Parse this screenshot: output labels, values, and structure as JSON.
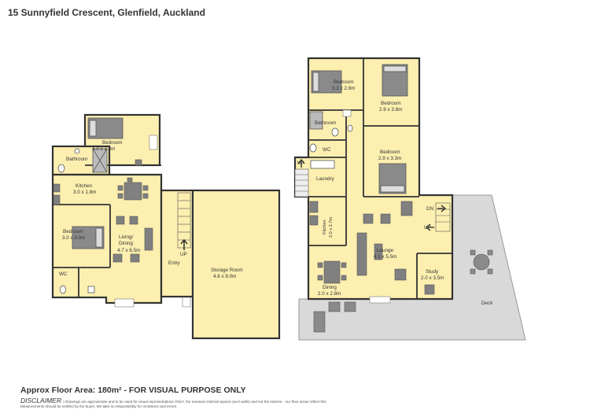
{
  "header": {
    "address": "15 Sunnyfield Crescent, Glenfield, Auckland"
  },
  "left_plan": {
    "rooms": [
      {
        "name": "Bedroom",
        "dims": "4.0 x 3.3m"
      },
      {
        "name": "Bathroom",
        "dims": ""
      },
      {
        "name": "Kitchen",
        "dims": "3.0 x 1.8m"
      },
      {
        "name": "Bedroom",
        "dims": "3.0 x 3.0m"
      },
      {
        "name": "Living/",
        "dims": "Dining"
      },
      {
        "name": "4.7 x 6.5m",
        "dims": ""
      },
      {
        "name": "WC",
        "dims": ""
      },
      {
        "name": "Entry",
        "dims": ""
      },
      {
        "name": "Storage Room",
        "dims": "4.6 x 8.0m"
      }
    ],
    "stair_label": "UP"
  },
  "right_plan": {
    "rooms": [
      {
        "name": "Bedroom",
        "dims": "3.2 x 2.8m"
      },
      {
        "name": "Bedroom",
        "dims": "2.9 x 3.8m"
      },
      {
        "name": "Bathroom",
        "dims": ""
      },
      {
        "name": "WC",
        "dims": ""
      },
      {
        "name": "Bedroom",
        "dims": "2.9 x 3.3m"
      },
      {
        "name": "Laundry",
        "dims": ""
      },
      {
        "name": "Kitchen",
        "dims": "2.0 x 2.7m"
      },
      {
        "name": "Lounge",
        "dims": "4.1 x 5.5m"
      },
      {
        "name": "Dining",
        "dims": "2.0 x 2.8m"
      },
      {
        "name": "Study",
        "dims": "2.0 x 3.5m"
      },
      {
        "name": "Deck",
        "dims": ""
      }
    ],
    "stair_labels": {
      "up_left": "UP",
      "dn": "DN",
      "up_right": "UP"
    }
  },
  "footer": {
    "approx_area": "Approx Floor Area: 180m² - FOR VISUAL PURPOSE ONLY",
    "disclaimer_label": "DISCLAIMER",
    "disclaimer_text": "| Drawings are approximate and to be used for visual representations ONLY, the measure internal spaces (excl walls) and not the exterior - our floor areas reflect this.",
    "disclaimer_text_2": "Measurements should be verified by the buyer. We take no responsibility for omissions and errors."
  },
  "colors": {
    "room_fill": "#fcefb0",
    "wall": "#333333",
    "deck": "#d9d9d9",
    "furniture": "#808080"
  }
}
